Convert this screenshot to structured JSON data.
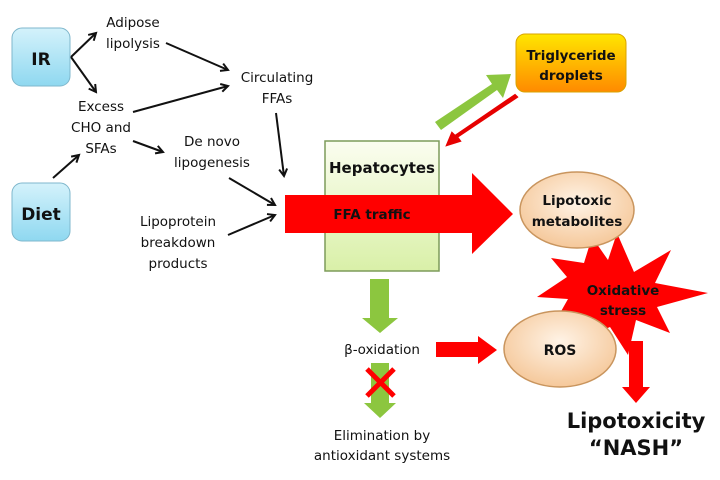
{
  "diagram": {
    "sources": {
      "ir": "IR",
      "diet": "Diet"
    },
    "labels": {
      "adipose_1": "Adipose",
      "adipose_2": "lipolysis",
      "excess_1": "Excess",
      "excess_2": "CHO and",
      "excess_3": "SFAs",
      "circ_1": "Circulating",
      "circ_2": "FFAs",
      "denovo_1": "De novo",
      "denovo_2": "lipogenesis",
      "lipo_1": "Lipoprotein",
      "lipo_2": "breakdown",
      "lipo_3": "products",
      "hepatocytes": "Hepatocytes",
      "ffa_traffic": "FFA traffic",
      "trig_1": "Triglyceride",
      "trig_2": "droplets",
      "lipotoxic_1": "Lipotoxic",
      "lipotoxic_2": "metabolites",
      "ox_1": "Oxidative",
      "ox_2": "stress",
      "beta_ox": "β-oxidation",
      "ros": "ROS",
      "elim_1": "Elimination by",
      "elim_2": "antioxidant systems",
      "outcome_1": "Lipotoxicity",
      "outcome_2": "“NASH”"
    },
    "colors": {
      "red": "#ff0000",
      "green": "#8cc63f",
      "blue_box": "#a9e3f5",
      "hepatocyte_box": "#f0f8d8",
      "orange": "#ff9a00",
      "peach": "#fbd9b5"
    }
  }
}
